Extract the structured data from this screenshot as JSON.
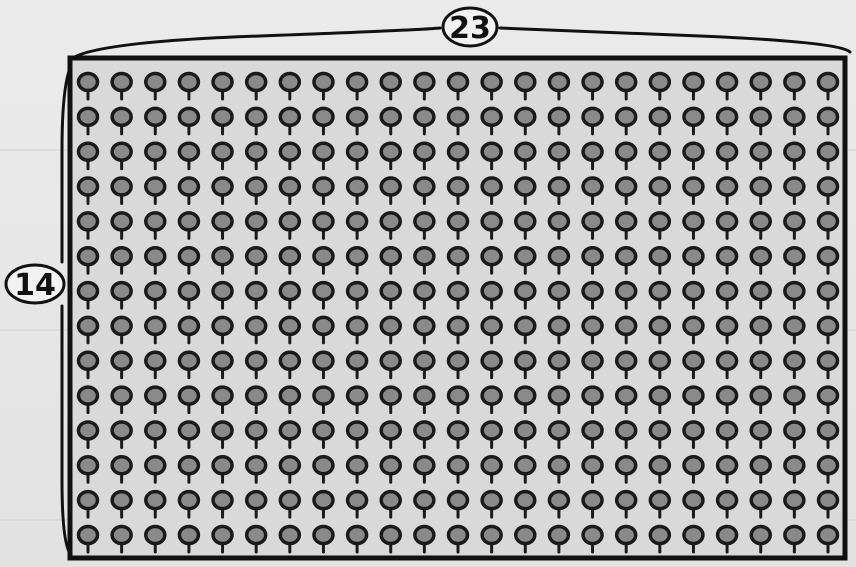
{
  "labels": {
    "columns": "23",
    "rows": "14"
  },
  "array": {
    "columns": 23,
    "rows": 14,
    "item_icon": "lollipop-icon"
  },
  "colors": {
    "background": "#e6e6e6",
    "frame_fill": "#d9d9d9",
    "border": "#111111",
    "item_head": "#8a8a8a",
    "item_outline": "#1a1a1a"
  }
}
